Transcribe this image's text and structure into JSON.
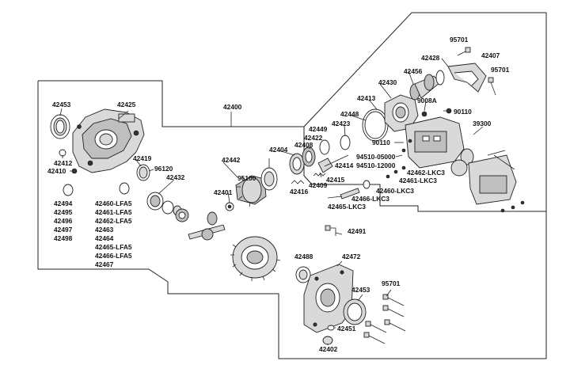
{
  "labels": {
    "p42400": "42400",
    "p42453a": "42453",
    "p42425": "42425",
    "p42412": "42412",
    "p42410": "42410",
    "p42419": "42419",
    "p96120": "96120",
    "p42494": "42494",
    "p42495": "42495",
    "p42496": "42496",
    "p42497": "42497",
    "p42498": "42498",
    "p42460lfa5": "42460-LFA5",
    "p42461lfa5": "42461-LFA5",
    "p42462lfa5": "42462-LFA5",
    "p42463": "42463",
    "p42464": "42464",
    "p42465lfa5": "42465-LFA5",
    "p42466lfa5": "42466-LFA5",
    "p42467": "42467",
    "p42432": "42432",
    "p42442": "42442",
    "p96100": "96100",
    "p42401": "42401",
    "p42404": "42404",
    "p42408": "42408",
    "p42422": "42422",
    "p42449": "42449",
    "p42423": "42423",
    "p42448": "42448",
    "p42413": "42413",
    "p42430": "42430",
    "p42456": "42456",
    "p42428": "42428",
    "p95701a": "95701",
    "p42407": "42407",
    "p95701b": "95701",
    "p9008a": "9008A",
    "p90110a": "90110",
    "p90110b": "90110",
    "p39300": "39300",
    "p94510_05000": "94510-05000",
    "p94510_12000": "94510-12000",
    "p42414": "42414",
    "p42415": "42415",
    "p42409": "42409",
    "p42416": "42416",
    "p42462lkc3": "42462-LKC3",
    "p42461lkc3": "42461-LKC3",
    "p42460lkc3": "42460-LKC3",
    "p42466lkc3": "42466-LKC3",
    "p42465lkc3": "42465-LKC3",
    "p42491": "42491",
    "p42488": "42488",
    "p42472": "42472",
    "p42453b": "42453",
    "p95701c": "95701",
    "p42451": "42451",
    "p42402": "42402"
  }
}
